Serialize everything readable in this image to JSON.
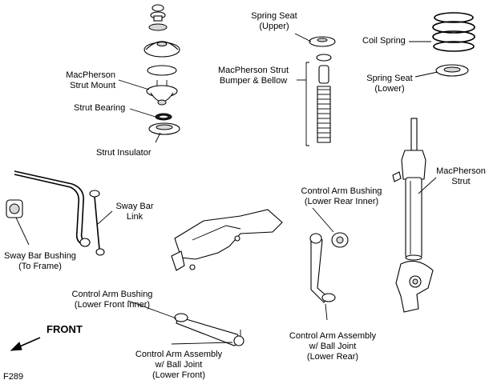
{
  "labels": {
    "spring_seat_upper": [
      "Spring Seat",
      "(Upper)"
    ],
    "coil_spring": "Coil Spring",
    "spring_seat_lower": [
      "Spring Seat",
      "(Lower)"
    ],
    "strut_mount": [
      "MacPherson",
      "Strut Mount"
    ],
    "bumper_bellow": [
      "MacPherson Strut",
      "Bumper & Bellow"
    ],
    "strut_bearing": "Strut Bearing",
    "strut_insulator": "Strut Insulator",
    "macpherson_strut": [
      "MacPherson",
      "Strut"
    ],
    "sway_bar_link": [
      "Sway Bar",
      "Link"
    ],
    "control_arm_bushing_rear": [
      "Control Arm Bushing",
      "(Lower Rear Inner)"
    ],
    "sway_bar_bushing": [
      "Sway Bar Bushing",
      "(To Frame)"
    ],
    "control_arm_bushing_front": [
      "Control Arm Bushing",
      "(Lower Front Inner)"
    ],
    "control_arm_assembly_rear": [
      "Control Arm Assembly",
      "w/ Ball Joint",
      "(Lower Rear)"
    ],
    "control_arm_assembly_front": [
      "Control Arm Assembly",
      "w/ Ball Joint",
      "(Lower Front)"
    ]
  },
  "front_label": "FRONT",
  "figure_id": "F289"
}
